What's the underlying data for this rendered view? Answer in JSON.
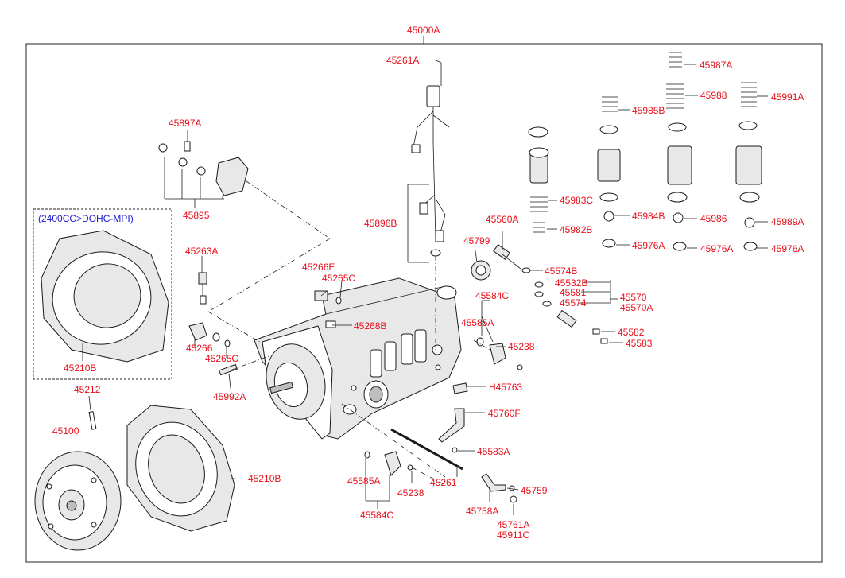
{
  "colors": {
    "label": "#e8101b",
    "note": "#1a1ad0",
    "line": "#1a1a1a",
    "frame": "#222222"
  },
  "assembly_label": "45000A",
  "variant_note": "(2400CC>DOHC-MPI)",
  "callouts": [
    {
      "id": "c1",
      "text": "45261A"
    },
    {
      "id": "c2",
      "text": "45987A"
    },
    {
      "id": "c3",
      "text": "45988"
    },
    {
      "id": "c4",
      "text": "45991A"
    },
    {
      "id": "c5",
      "text": "45985B"
    },
    {
      "id": "c6",
      "text": "45897A"
    },
    {
      "id": "c7",
      "text": "45895"
    },
    {
      "id": "c8",
      "text": "45896B"
    },
    {
      "id": "c9",
      "text": "45983C"
    },
    {
      "id": "c10",
      "text": "45984B"
    },
    {
      "id": "c11",
      "text": "45986"
    },
    {
      "id": "c12",
      "text": "45989A"
    },
    {
      "id": "c13",
      "text": "45982B"
    },
    {
      "id": "c14",
      "text": "45560A"
    },
    {
      "id": "c15",
      "text": "45799"
    },
    {
      "id": "c16",
      "text": "45976A"
    },
    {
      "id": "c17",
      "text": "45976A"
    },
    {
      "id": "c18",
      "text": "45976A"
    },
    {
      "id": "c19",
      "text": "45263A"
    },
    {
      "id": "c20",
      "text": "45574B"
    },
    {
      "id": "c21",
      "text": "45266E"
    },
    {
      "id": "c22",
      "text": "45265C"
    },
    {
      "id": "c23",
      "text": "45532B"
    },
    {
      "id": "c24",
      "text": "45581"
    },
    {
      "id": "c25",
      "text": "45570"
    },
    {
      "id": "c26",
      "text": "45574"
    },
    {
      "id": "c27",
      "text": "45570A"
    },
    {
      "id": "c28",
      "text": "45584C"
    },
    {
      "id": "c29",
      "text": "45585A"
    },
    {
      "id": "c30",
      "text": "45268B"
    },
    {
      "id": "c31",
      "text": "45582"
    },
    {
      "id": "c32",
      "text": "45583"
    },
    {
      "id": "c33",
      "text": "45266"
    },
    {
      "id": "c34",
      "text": "45238"
    },
    {
      "id": "c35",
      "text": "45265C"
    },
    {
      "id": "c36",
      "text": "45210B"
    },
    {
      "id": "c37",
      "text": "H45763"
    },
    {
      "id": "c38",
      "text": "45212"
    },
    {
      "id": "c39",
      "text": "45992A"
    },
    {
      "id": "c40",
      "text": "45760F"
    },
    {
      "id": "c41",
      "text": "45100"
    },
    {
      "id": "c42",
      "text": "45583A"
    },
    {
      "id": "c43",
      "text": "45210B"
    },
    {
      "id": "c44",
      "text": "45585A"
    },
    {
      "id": "c45",
      "text": "45261"
    },
    {
      "id": "c46",
      "text": "45238"
    },
    {
      "id": "c47",
      "text": "45759"
    },
    {
      "id": "c48",
      "text": "45758A"
    },
    {
      "id": "c49",
      "text": "45584C"
    },
    {
      "id": "c50",
      "text": "45761A"
    },
    {
      "id": "c51",
      "text": "45911C"
    }
  ]
}
